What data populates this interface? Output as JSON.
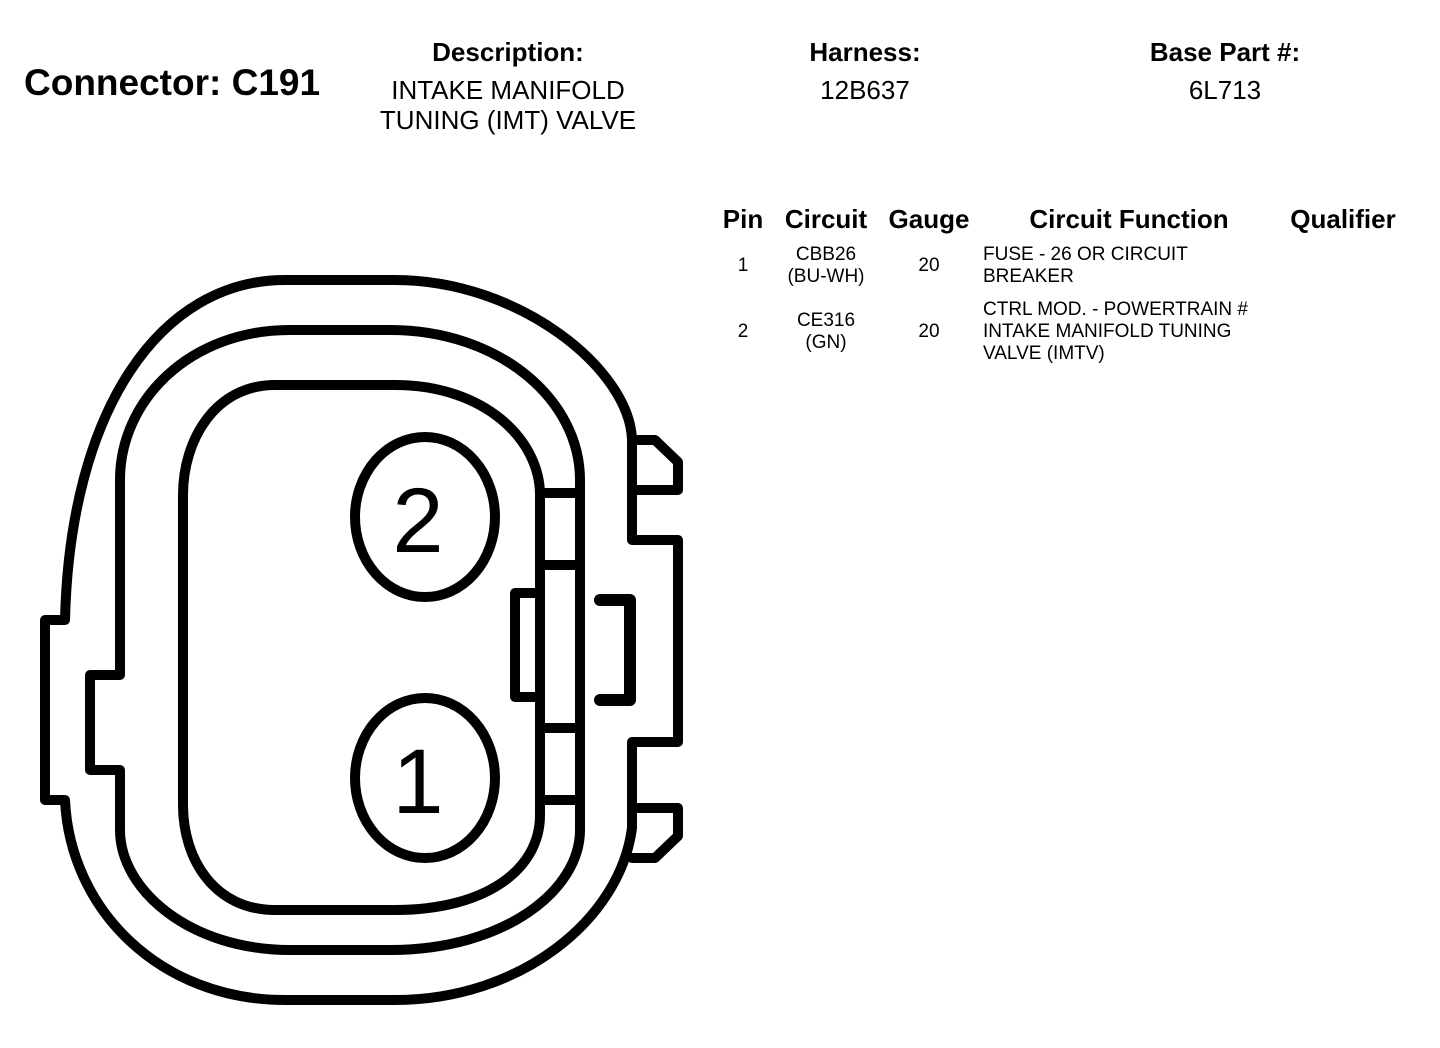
{
  "connector": {
    "title": "Connector: C191"
  },
  "header": {
    "description_label": "Description:",
    "description_lines": [
      "INTAKE MANIFOLD",
      "TUNING (IMT) VALVE"
    ],
    "harness_label": "Harness:",
    "harness_value": "12B637",
    "base_part_label": "Base Part #:",
    "base_part_value": "6L713"
  },
  "table": {
    "columns": [
      "Pin",
      "Circuit",
      "Gauge",
      "Circuit Function",
      "Qualifier"
    ],
    "rows": [
      {
        "pin": "1",
        "circuit_lines": [
          "CBB26",
          "(BU-WH)"
        ],
        "gauge": "20",
        "function_lines": [
          "FUSE - 26 OR CIRCUIT",
          "BREAKER"
        ],
        "qualifier": ""
      },
      {
        "pin": "2",
        "circuit_lines": [
          "CE316",
          "(GN)"
        ],
        "gauge": "20",
        "function_lines": [
          "CTRL MOD. - POWERTRAIN #",
          "INTAKE MANIFOLD TUNING",
          "VALVE (IMTV)"
        ],
        "qualifier": ""
      }
    ]
  },
  "diagram": {
    "pin_labels": [
      "1",
      "2"
    ]
  }
}
